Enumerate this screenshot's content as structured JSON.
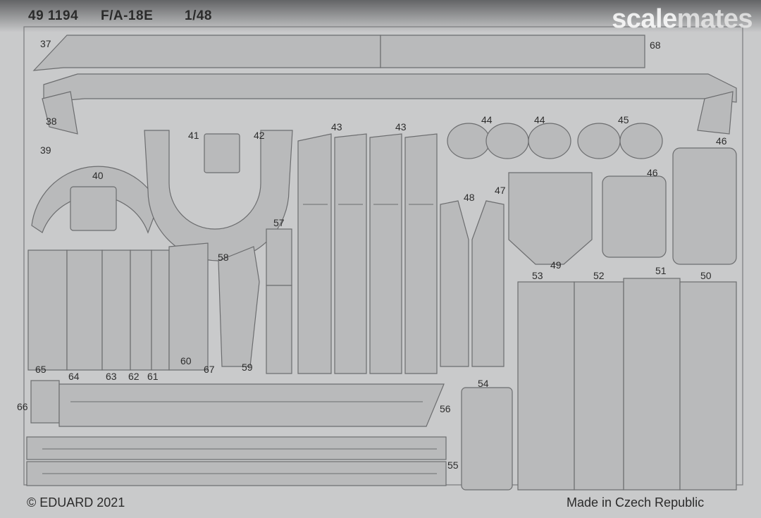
{
  "header": {
    "code": "49 1194",
    "model": "F/A-18E",
    "scale": "1/48"
  },
  "footer": {
    "copyright": "© EDUARD 2021",
    "origin": "Made in Czech Republic"
  },
  "watermark": {
    "part1": "scale",
    "part2": "mates"
  },
  "part_numbers": {
    "p37": "37",
    "p38": "38",
    "p39": "39",
    "p40": "40",
    "p41": "41",
    "p42": "42",
    "p43a": "43",
    "p43b": "43",
    "p44a": "44",
    "p44b": "44",
    "p45": "45",
    "p46a": "46",
    "p46b": "46",
    "p47": "47",
    "p48": "48",
    "p49": "49",
    "p50": "50",
    "p51": "51",
    "p52": "52",
    "p53": "53",
    "p54": "54",
    "p55": "55",
    "p56": "56",
    "p57": "57",
    "p58": "58",
    "p59": "59",
    "p60": "60",
    "p61": "61",
    "p62": "62",
    "p63": "63",
    "p64": "64",
    "p65": "65",
    "p66": "66",
    "p67": "67",
    "p68": "68"
  },
  "colors": {
    "sheet": "#c9cacb",
    "part": "#b9babb",
    "edge": "#6c6d6f",
    "text": "#2b2b2b"
  }
}
